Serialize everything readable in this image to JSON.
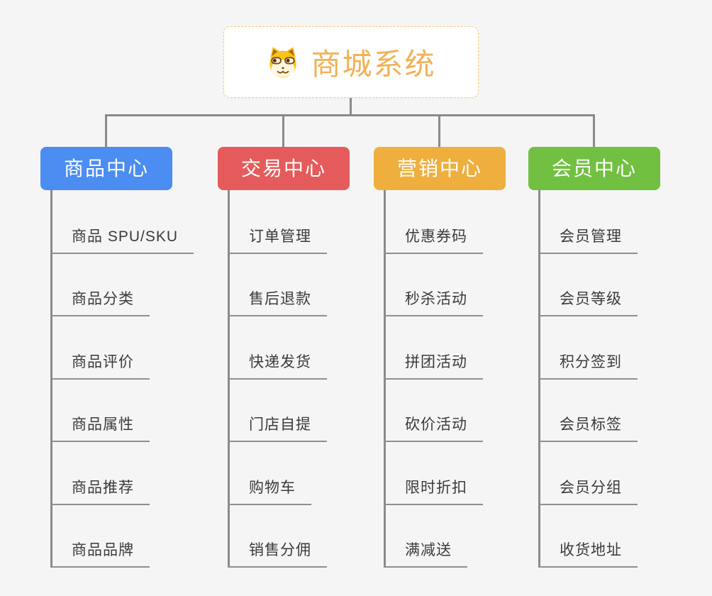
{
  "root": {
    "title": "商城系统",
    "icon": "dog-face-icon"
  },
  "branches": [
    {
      "label": "商品中心",
      "color": "#4b8df0",
      "children": [
        "商品 SPU/SKU",
        "商品分类",
        "商品评价",
        "商品属性",
        "商品推荐",
        "商品品牌"
      ]
    },
    {
      "label": "交易中心",
      "color": "#e55b5b",
      "children": [
        "订单管理",
        "售后退款",
        "快递发货",
        "门店自提",
        "购物车",
        "销售分佣"
      ]
    },
    {
      "label": "营销中心",
      "color": "#eeaf3f",
      "children": [
        "优惠券码",
        "秒杀活动",
        "拼团活动",
        "砍价活动",
        "限时折扣",
        "满减送"
      ]
    },
    {
      "label": "会员中心",
      "color": "#72c041",
      "children": [
        "会员管理",
        "会员等级",
        "积分签到",
        "会员标签",
        "会员分组",
        "收货地址"
      ]
    }
  ],
  "palette": {
    "background": "#f5f5f6",
    "connector": "#8a8a8a",
    "leaf_text": "#3b3b3b",
    "leaf_underline": "#8f8f8f",
    "root_border": "#f3c979",
    "root_text": "#f2b156",
    "branch_text": "#ffffff"
  }
}
